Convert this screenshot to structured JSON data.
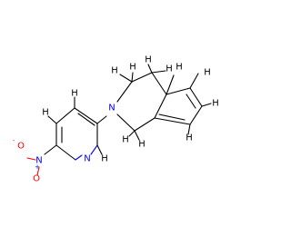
{
  "molecule": {
    "colors": {
      "carbon_bond": "#000000",
      "hydrogen": "#000000",
      "nitrogen": "#0000ff",
      "oxygen": "#ff0000"
    },
    "labels": {
      "h": "H",
      "n": "N",
      "o": "O",
      "minus": "-",
      "plus": "+"
    }
  }
}
